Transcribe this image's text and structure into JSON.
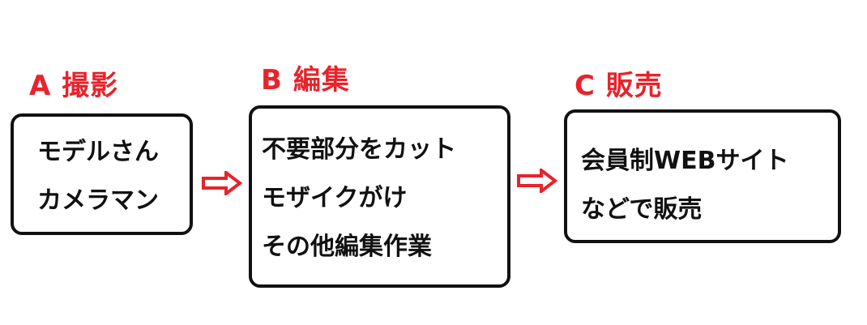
{
  "colors": {
    "heading": "#e8232b",
    "arrow": "#e8232b",
    "border": "#111111",
    "text": "#111111"
  },
  "steps": [
    {
      "title": "A 撮影",
      "lines": [
        "モデルさん",
        "カメラマン"
      ]
    },
    {
      "title": "B 編集",
      "lines": [
        "不要部分をカット",
        "モザイクがけ",
        "その他編集作業"
      ]
    },
    {
      "title": "C 販売",
      "lines": [
        "会員制WEBサイト",
        "などで販売"
      ]
    }
  ],
  "connectors": [
    "arrow-right-icon",
    "arrow-right-icon"
  ]
}
